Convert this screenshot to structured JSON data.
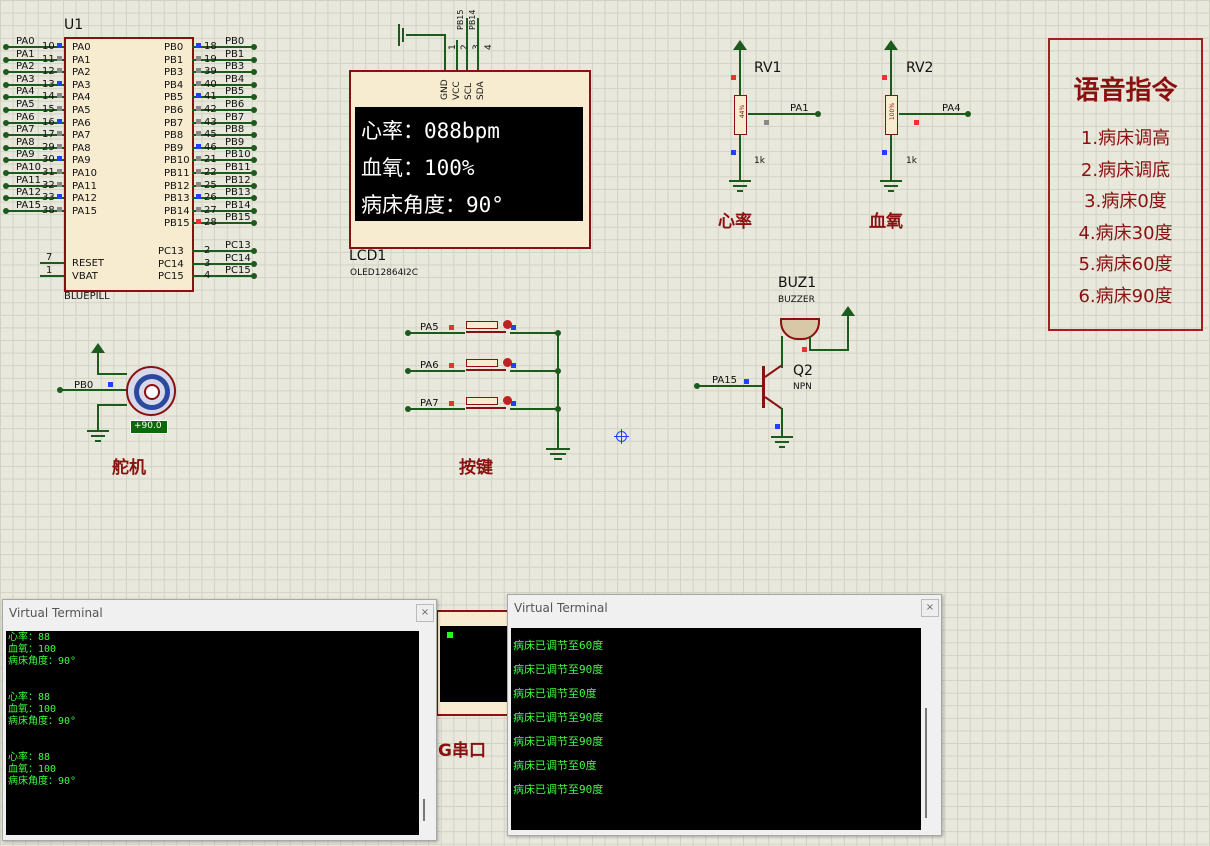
{
  "mcu": {
    "ref": "U1",
    "name": "BLUEPILL",
    "left_pins": [
      {
        "num": "10",
        "label": "PA0",
        "net": "PA0"
      },
      {
        "num": "11",
        "label": "PA1",
        "net": "PA1"
      },
      {
        "num": "12",
        "label": "PA2",
        "net": "PA2"
      },
      {
        "num": "13",
        "label": "PA3",
        "net": "PA3"
      },
      {
        "num": "14",
        "label": "PA4",
        "net": "PA4"
      },
      {
        "num": "15",
        "label": "PA5",
        "net": "PA5"
      },
      {
        "num": "16",
        "label": "PA6",
        "net": "PA6"
      },
      {
        "num": "17",
        "label": "PA7",
        "net": "PA7"
      },
      {
        "num": "29",
        "label": "PA8",
        "net": "PA8"
      },
      {
        "num": "30",
        "label": "PA9",
        "net": "PA9"
      },
      {
        "num": "31",
        "label": "PA10",
        "net": "PA10"
      },
      {
        "num": "32",
        "label": "PA11",
        "net": "PA11"
      },
      {
        "num": "33",
        "label": "PA12",
        "net": "PA12"
      },
      {
        "num": "38",
        "label": "PA15",
        "net": "PA15"
      }
    ],
    "right_pins": [
      {
        "num": "18",
        "label": "PB0",
        "net": "PB0"
      },
      {
        "num": "19",
        "label": "PB1",
        "net": "PB1"
      },
      {
        "num": "39",
        "label": "PB3",
        "net": "PB3"
      },
      {
        "num": "40",
        "label": "PB4",
        "net": "PB4"
      },
      {
        "num": "41",
        "label": "PB5",
        "net": "PB5"
      },
      {
        "num": "42",
        "label": "PB6",
        "net": "PB6"
      },
      {
        "num": "43",
        "label": "PB7",
        "net": "PB7"
      },
      {
        "num": "45",
        "label": "PB8",
        "net": "PB8"
      },
      {
        "num": "46",
        "label": "PB9",
        "net": "PB9"
      },
      {
        "num": "21",
        "label": "PB10",
        "net": "PB10"
      },
      {
        "num": "22",
        "label": "PB11",
        "net": "PB11"
      },
      {
        "num": "25",
        "label": "PB12",
        "net": "PB12"
      },
      {
        "num": "26",
        "label": "PB13",
        "net": "PB13"
      },
      {
        "num": "27",
        "label": "PB14",
        "net": "PB14"
      },
      {
        "num": "28",
        "label": "PB15",
        "net": "PB15"
      }
    ],
    "bottom_left_pins": [
      {
        "num": "7",
        "label": "RESET"
      },
      {
        "num": "1",
        "label": "VBAT"
      }
    ],
    "bottom_right_pins": [
      {
        "num": "2",
        "label": "PC13",
        "net": "PC13"
      },
      {
        "num": "3",
        "label": "PC14",
        "net": "PC14"
      },
      {
        "num": "4",
        "label": "PC15",
        "net": "PC15"
      }
    ]
  },
  "lcd": {
    "ref": "LCD1",
    "model": "OLED12864I2C",
    "pins": [
      "GND",
      "VCC",
      "SCL",
      "SDA"
    ],
    "pin_nums": [
      "1",
      "2",
      "3",
      "4"
    ],
    "top_nets": [
      "PB15",
      "PB14"
    ],
    "lines": [
      "心率：088bpm",
      "血氧：100%",
      "病床角度：90°"
    ]
  },
  "rv1": {
    "ref": "RV1",
    "value": "1k",
    "pct": "44%",
    "net": "PA1",
    "caption": "心率"
  },
  "rv2": {
    "ref": "RV2",
    "value": "1k",
    "pct": "100%",
    "net": "PA4",
    "caption": "血氧"
  },
  "servo": {
    "net": "PB0",
    "angle": "+90.0",
    "caption": "舵机"
  },
  "buttons": {
    "nets": [
      "PA5",
      "PA6",
      "PA7"
    ],
    "caption": "按键"
  },
  "buzzer": {
    "ref": "BUZ1",
    "type": "BUZZER"
  },
  "transistor": {
    "ref": "Q2",
    "type": "NPN",
    "net": "PA15"
  },
  "voice_box": {
    "title": "语音指令",
    "items": [
      "1.病床调高",
      "2.病床调底",
      "3.病床0度",
      "4.病床30度",
      "5.病床60度",
      "6.病床90度"
    ]
  },
  "serial_label": "G串口",
  "terminal1": {
    "title": "Virtual Terminal",
    "close": "×",
    "lines": [
      "心率：88",
      "血氧：100",
      "病床角度：90°",
      "",
      "",
      "心率：88",
      "血氧：100",
      "病床角度：90°",
      "",
      "",
      "心率：88",
      "血氧：100",
      "病床角度：90°"
    ]
  },
  "terminal2": {
    "title": "Virtual Terminal",
    "close": "×",
    "lines": [
      "病床已调节至60度",
      "病床已调节至90度",
      "病床已调节至0度",
      "病床已调节至90度",
      "病床已调节至90度",
      "病床已调节至0度",
      "病床已调节至90度"
    ]
  },
  "colors": {
    "component_border": "#8b1010",
    "component_fill": "#f7ecd0",
    "wire": "#1d5a1d",
    "terminal_text": "#40ff40"
  }
}
